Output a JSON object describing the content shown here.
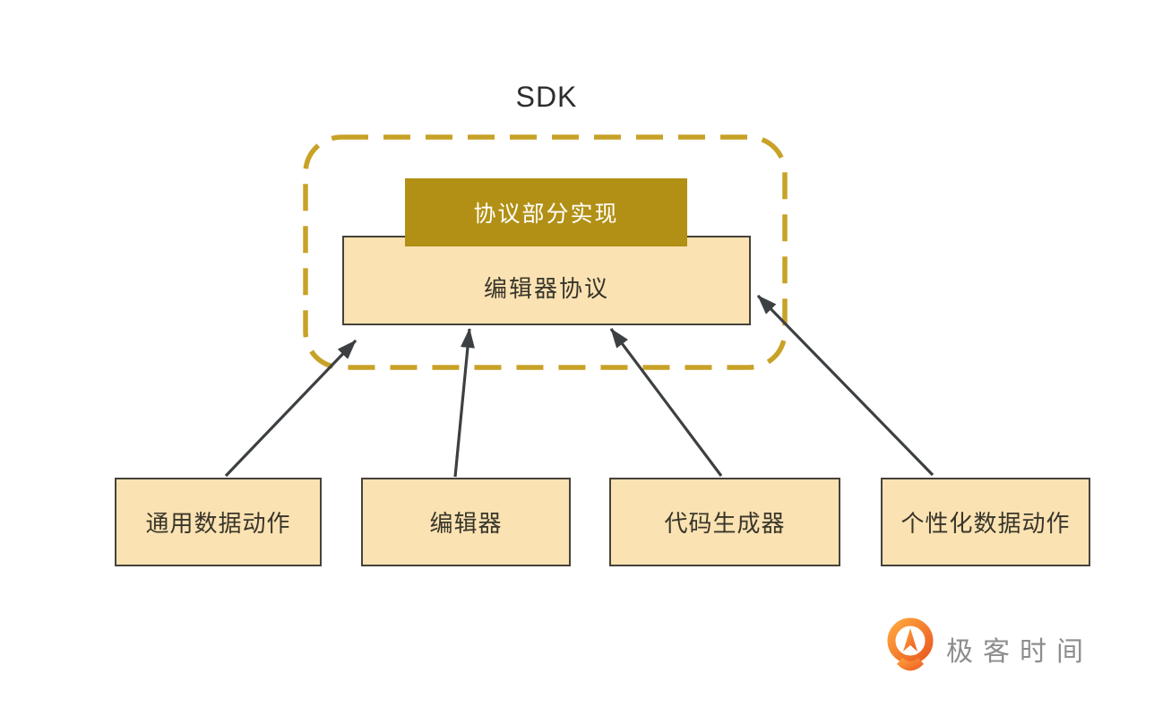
{
  "diagram": {
    "group_label": "SDK",
    "protocol_impl_box": {
      "label": "协议部分实现"
    },
    "editor_protocol_box": {
      "label": "编辑器协议"
    },
    "bottom_boxes": [
      {
        "id": "generic-data-actions",
        "label": "通用数据动作"
      },
      {
        "id": "editor",
        "label": "编辑器"
      },
      {
        "id": "code-generator",
        "label": "代码生成器"
      },
      {
        "id": "personalized-data-actions",
        "label": "个性化数据动作"
      }
    ],
    "connections": [
      {
        "from": "通用数据动作",
        "to": "编辑器协议"
      },
      {
        "from": "编辑器",
        "to": "编辑器协议"
      },
      {
        "from": "代码生成器",
        "to": "编辑器协议"
      },
      {
        "from": "个性化数据动作",
        "to": "编辑器协议"
      }
    ],
    "colors": {
      "group_dashed_border": "#C8A227",
      "impl_box_fill": "#B19015",
      "impl_box_text": "#FFFFFF",
      "light_box_fill": "#FBE2B2",
      "box_border": "#45423A",
      "box_text": "#38362B",
      "arrow": "#3C4043",
      "title_text": "#2D2D2D"
    }
  },
  "footer_logo": {
    "text": "极客时间",
    "icon": "geektime-logo-icon",
    "icon_orange_light": "#FFA63E",
    "icon_orange_dark": "#EA5A22",
    "text_color": "#8D8D8D"
  }
}
